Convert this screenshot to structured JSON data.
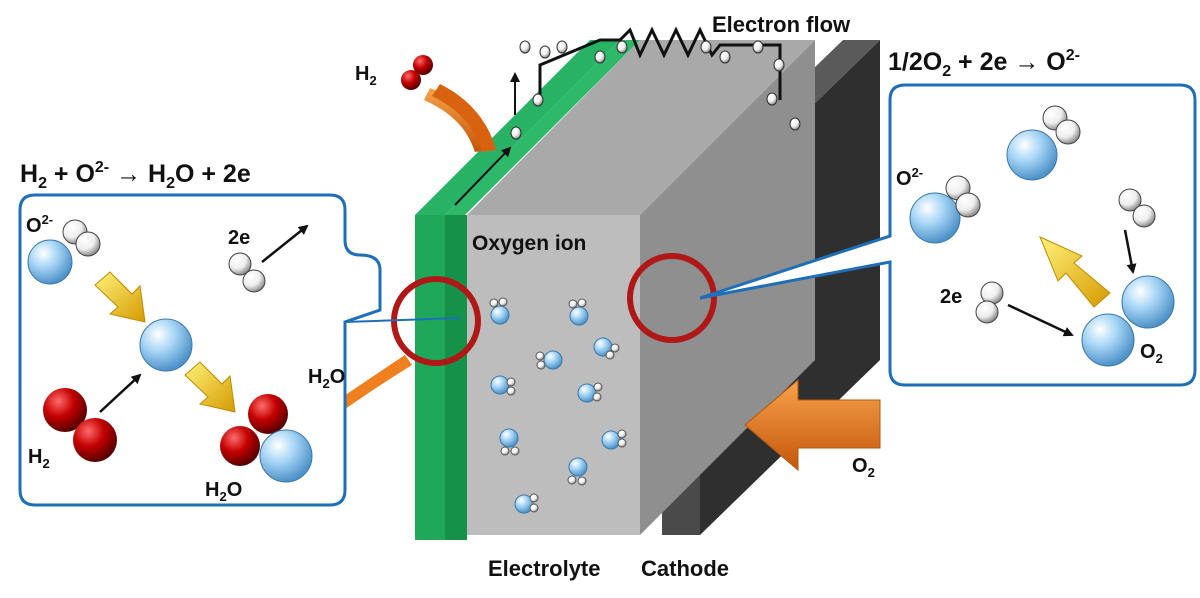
{
  "labels": {
    "electron_flow": "Electron flow",
    "oxygen_ion": "Oxygen ion",
    "electrolyte": "Electrolyte",
    "cathode": "Cathode",
    "anode_h2_in": "H",
    "anode_h2_in_sub": "2",
    "h2o_out": "H",
    "h2o_out_sub": "2",
    "h2o_out_tail": "O",
    "o2_in": "O",
    "o2_in_sub": "2"
  },
  "anode_reaction": {
    "parts": [
      "H",
      "2",
      " + O",
      "2-",
      " → H",
      "2",
      "O + 2e"
    ]
  },
  "cathode_reaction": {
    "parts": [
      "1/2O",
      "2",
      " + 2e → O",
      "2-"
    ]
  },
  "left_box": {
    "o2minus": "O",
    "o2minus_sup": "2-",
    "two_e": "2e",
    "h2": "H",
    "h2_sub": "2",
    "h2o": "H",
    "h2o_sub": "2",
    "h2o_tail": "O"
  },
  "right_box": {
    "o2minus": "O",
    "o2minus_sup": "2-",
    "two_e": "2e",
    "o2": "O",
    "o2_sub": "2"
  },
  "colors": {
    "anode_green": "#1fa85a",
    "electrolyte_gray": "#bdbdbd",
    "cathode_dark": "#3a3a3a",
    "box_border": "#1f6fb8",
    "marker_red": "#b01818",
    "hydrogen_red": "#b00000",
    "oxygen_blue": "#8ec6ee",
    "flow_orange": "#e06d10",
    "yellow_arrow": "#f2c40c"
  }
}
